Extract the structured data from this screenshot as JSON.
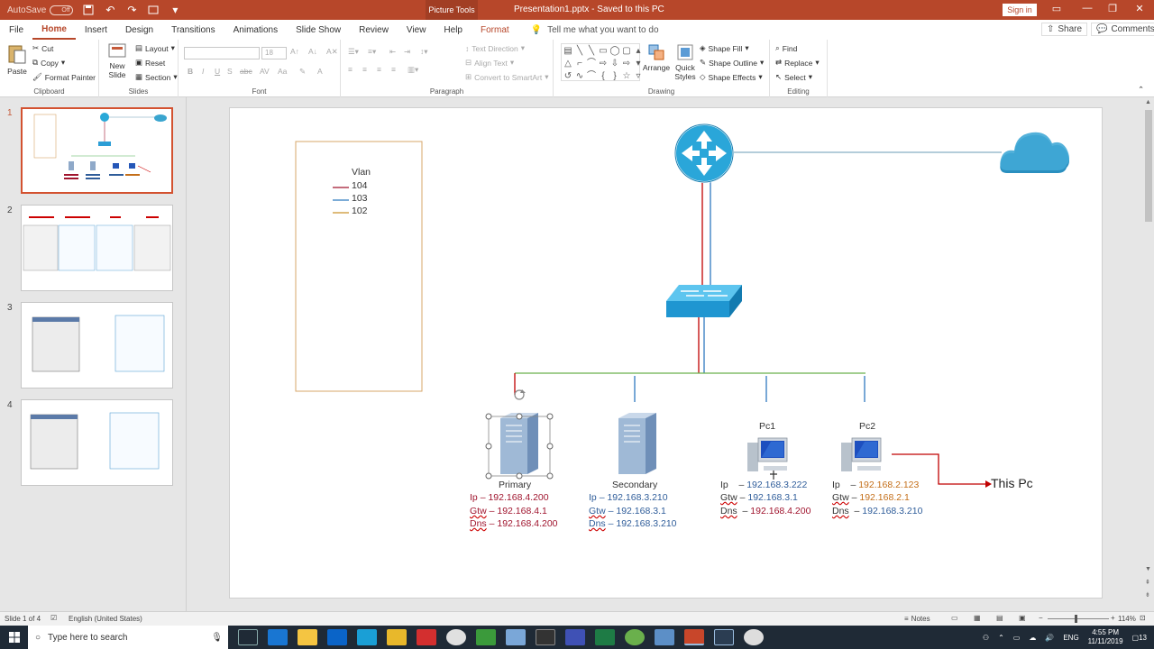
{
  "titlebar": {
    "autosave_label": "AutoSave",
    "autosave_state": "Off",
    "context_tab": "Picture Tools",
    "doc_title": "Presentation1.pptx  -  Saved to this PC",
    "signin": "Sign in",
    "accent": "#b7472a"
  },
  "tabs": [
    {
      "label": "File"
    },
    {
      "label": "Home"
    },
    {
      "label": "Insert"
    },
    {
      "label": "Design"
    },
    {
      "label": "Transitions"
    },
    {
      "label": "Animations"
    },
    {
      "label": "Slide Show"
    },
    {
      "label": "Review"
    },
    {
      "label": "View"
    },
    {
      "label": "Help"
    },
    {
      "label": "Format"
    }
  ],
  "tell_me": "Tell me what you want to do",
  "share": "Share",
  "comments": "Comments",
  "ribbon": {
    "clipboard": {
      "label": "Clipboard",
      "paste": "Paste",
      "cut": "Cut",
      "copy": "Copy",
      "format_painter": "Format Painter"
    },
    "slides": {
      "label": "Slides",
      "new_slide_1": "New",
      "new_slide_2": "Slide",
      "layout": "Layout",
      "reset": "Reset",
      "section": "Section"
    },
    "font": {
      "label": "Font",
      "size": "18"
    },
    "paragraph": {
      "label": "Paragraph",
      "text_direction": "Text Direction",
      "align_text": "Align Text",
      "convert": "Convert to SmartArt"
    },
    "drawing": {
      "label": "Drawing",
      "arrange": "Arrange",
      "quick_styles_1": "Quick",
      "quick_styles_2": "Styles",
      "shape_fill": "Shape Fill",
      "shape_outline": "Shape Outline",
      "shape_effects": "Shape Effects"
    },
    "editing": {
      "label": "Editing",
      "find": "Find",
      "replace": "Replace",
      "select": "Select"
    }
  },
  "thumbnails": [
    "1",
    "2",
    "3",
    "4"
  ],
  "slide": {
    "legend": {
      "title": "Vlan",
      "items": [
        {
          "label": "104",
          "color": "#a0152e"
        },
        {
          "label": "103",
          "color": "#2f7abf"
        },
        {
          "label": "102",
          "color": "#c9922a"
        }
      ]
    },
    "servers": [
      {
        "name": "Primary",
        "ip_label": "Ip",
        "ip": "192.168.4.200",
        "gtw_label": "Gtw",
        "gtw": "192.168.4.1",
        "dns_label": "Dns",
        "dns": "192.168.4.200"
      },
      {
        "name": "Secondary",
        "ip_label": "Ip",
        "ip": "192.168.3.210",
        "gtw_label": "Gtw",
        "gtw": "192.168.3.1",
        "dns_label": "Dns",
        "dns": "192.168.3.210"
      }
    ],
    "pcs": [
      {
        "name": "Pc1",
        "ip_label": "Ip",
        "ip": "192.168.3.222",
        "gtw_label": "Gtw",
        "gtw": "192.168.3.1",
        "dns_label": "Dns",
        "dns": "192.168.4.200"
      },
      {
        "name": "Pc2",
        "ip_label": "Ip",
        "ip": "192.168.2.123",
        "gtw_label": "Gtw",
        "gtw": "192.168.2.1",
        "dns_label": "Dns",
        "dns": "192.168.3.210"
      }
    ],
    "this_pc": "This Pc",
    "dash": "–"
  },
  "status": {
    "slide_of": "Slide 1 of 4",
    "language": "English (United States)",
    "notes": "Notes",
    "zoom": "114%"
  },
  "taskbar": {
    "search_placeholder": "Type here to search",
    "lang": "ENG",
    "time": "4:55 PM",
    "date": "11/11/2019",
    "notif_count": "13"
  }
}
